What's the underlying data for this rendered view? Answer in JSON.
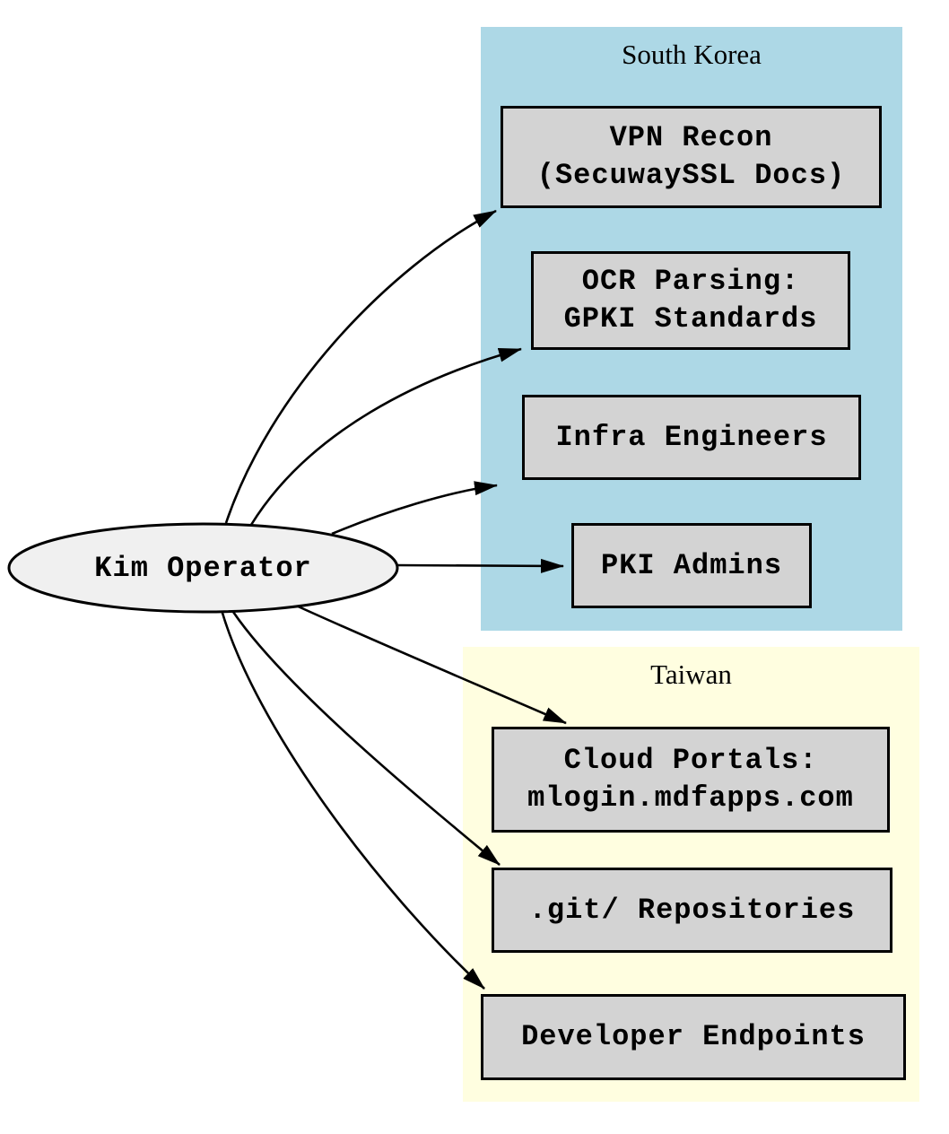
{
  "diagram": {
    "actor": {
      "label": "Kim Operator"
    },
    "clusters": [
      {
        "id": "south-korea",
        "label": "South Korea",
        "bg_color": "#add8e6",
        "nodes": [
          {
            "id": "vpn-recon",
            "label": "VPN Recon\n(SecuwaySSL Docs)"
          },
          {
            "id": "ocr-parsing",
            "label": "OCR Parsing:\nGPKI Standards"
          },
          {
            "id": "infra-engineers",
            "label": "Infra Engineers"
          },
          {
            "id": "pki-admins",
            "label": "PKI Admins"
          }
        ]
      },
      {
        "id": "taiwan",
        "label": "Taiwan",
        "bg_color": "#fffee0",
        "nodes": [
          {
            "id": "cloud-portals",
            "label": "Cloud Portals:\nmlogin.mdfapps.com"
          },
          {
            "id": "git-repositories",
            "label": ".git/ Repositories"
          },
          {
            "id": "developer-endpoints",
            "label": "Developer Endpoints"
          }
        ]
      }
    ],
    "edges": [
      {
        "from": "Kim Operator",
        "to": "VPN Recon (SecuwaySSL Docs)"
      },
      {
        "from": "Kim Operator",
        "to": "OCR Parsing: GPKI Standards"
      },
      {
        "from": "Kim Operator",
        "to": "Infra Engineers"
      },
      {
        "from": "Kim Operator",
        "to": "PKI Admins"
      },
      {
        "from": "Kim Operator",
        "to": "Cloud Portals: mlogin.mdfapps.com"
      },
      {
        "from": "Kim Operator",
        "to": ".git/ Repositories"
      },
      {
        "from": "Kim Operator",
        "to": "Developer Endpoints"
      }
    ],
    "colors": {
      "cluster_south_korea": "#add8e6",
      "cluster_taiwan": "#fffee0",
      "node_fill": "#d3d3d3",
      "node_border": "#000000",
      "actor_fill": "#f0f0f0",
      "edge": "#000000",
      "background": "#ffffff"
    }
  }
}
